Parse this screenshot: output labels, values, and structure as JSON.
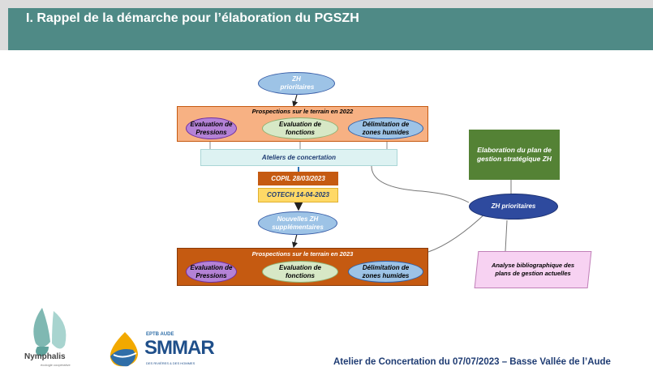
{
  "header": {
    "title": "I. Rappel de la démarche pour l’élaboration du PGSZH"
  },
  "diagram": {
    "zh_prioritaires_top": "ZH prioritaires",
    "prospections_2022": {
      "title": "Prospections sur le terrain en 2022",
      "evaluation_pressions": "Evaluation de Pressions",
      "evaluation_fonctions": "Evaluation de fonctions",
      "delimitation": "Délimitation de zones humides"
    },
    "ateliers": "Ateliers de concertation",
    "copil": "COPIL 28/03/2023",
    "cotech": "COTECH 14-04-2023",
    "nouvelles_zh": "Nouvelles ZH supplémentaires",
    "prospections_2023": {
      "title": "Prospections sur le terrain en 2023",
      "evaluation_pressions": "Evaluation de Pressions",
      "evaluation_fonctions": "Evaluation de fonctions",
      "delimitation": "Délimitation de zones humides"
    },
    "elaboration": "Elaboration du plan de gestion stratégique ZH",
    "zh_prioritaires_right": "ZH prioritaires",
    "analyse": "Analyse bibliographique des plans de gestion actuelles"
  },
  "logos": {
    "nymphalis": "Nymphalis",
    "nymphalis_sub": "écologie coopérative",
    "eptb": "EPTB AUDE",
    "smmar": "SMMAR",
    "smmar_sub": "DES RIVIÈRES & DES HOMMES"
  },
  "footer": {
    "text": "Atelier de Concertation du 07/07/2023 – Basse Vallée de l’Aude"
  },
  "colors": {
    "header": "#4f8a86",
    "orange": "#f7b183",
    "dark_orange": "#c55a11",
    "purple": "#b482d6",
    "green_light": "#d7e8c6",
    "blue_light": "#9dc3e6",
    "teal_light": "#ddf2f2",
    "yellow": "#ffd966",
    "green_dark": "#548235",
    "navy": "#2e4a9e",
    "pink": "#f7d2f2"
  }
}
